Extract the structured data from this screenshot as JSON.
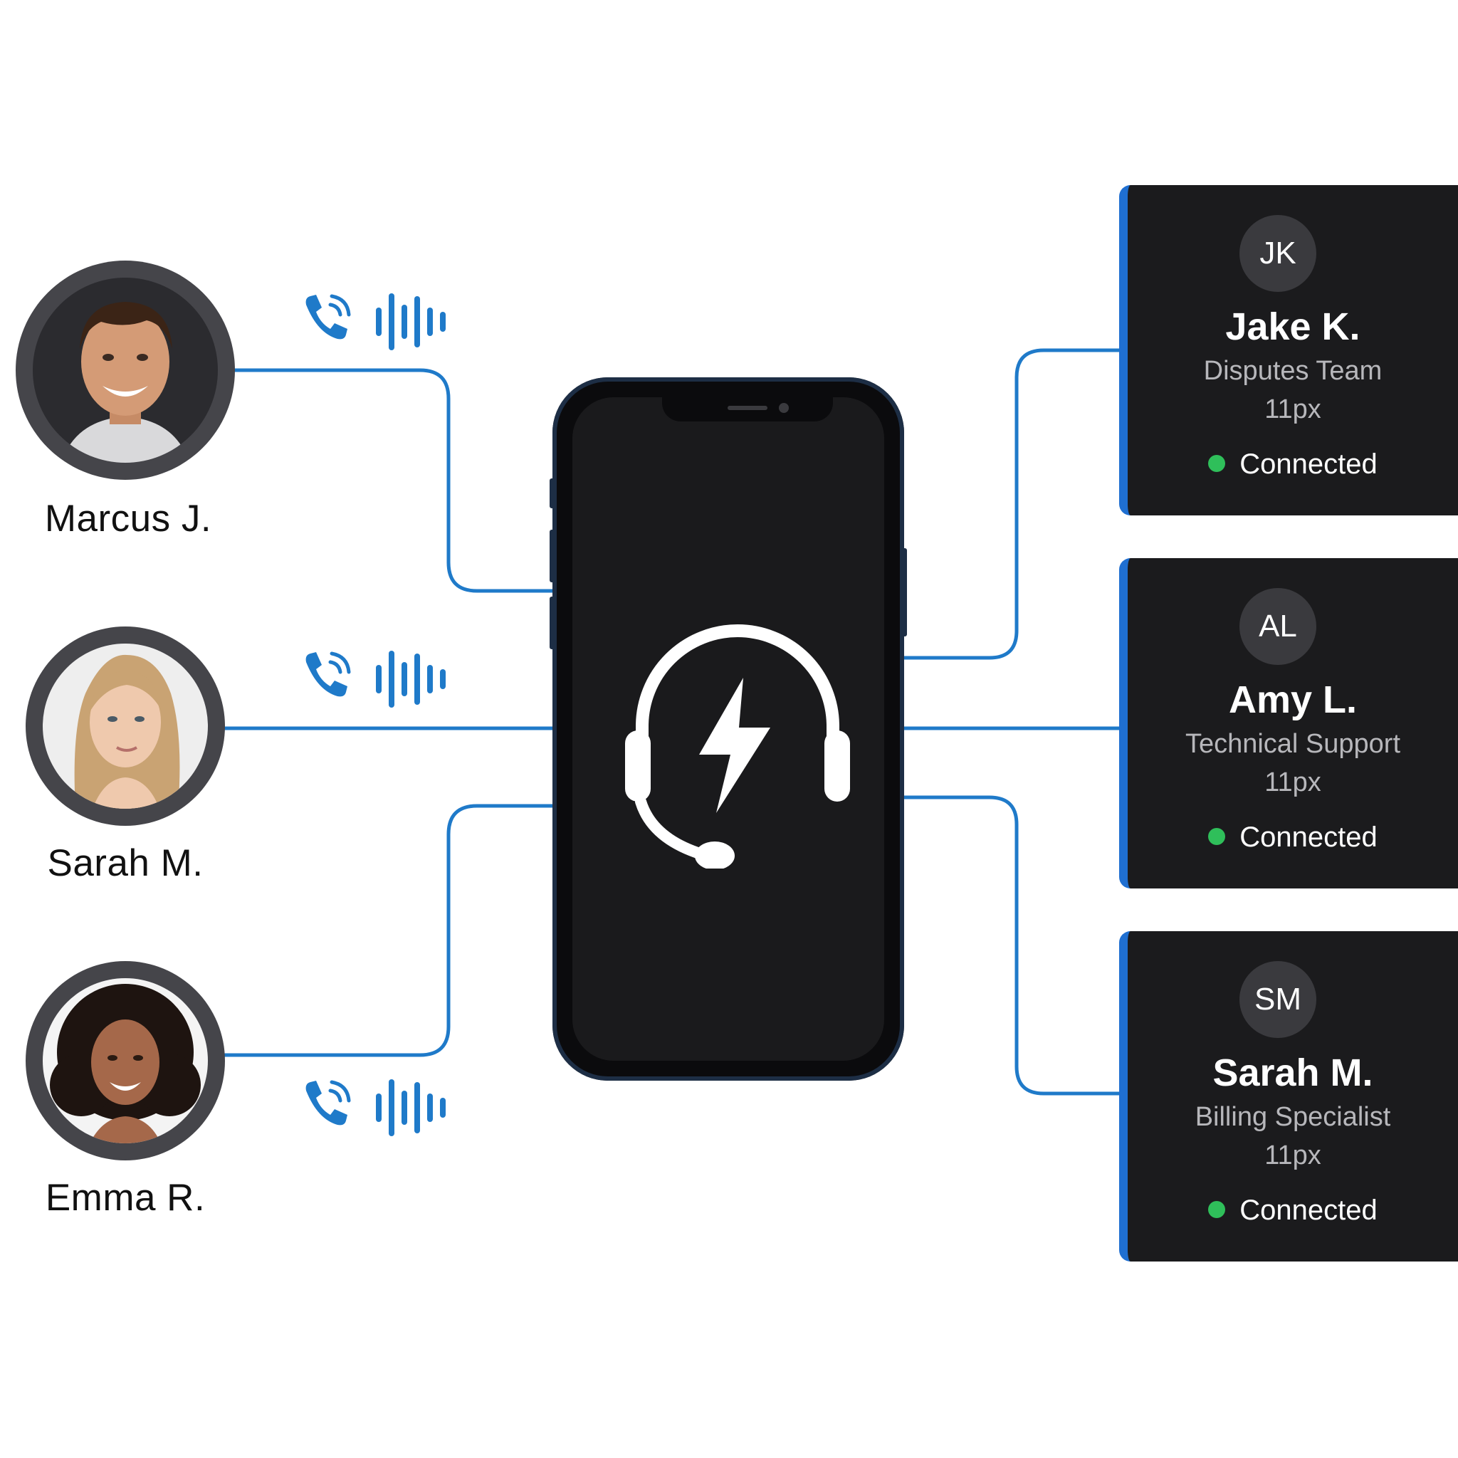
{
  "colors": {
    "connector": "#1f7ac9",
    "accent": "#1f6fd1",
    "card_bg": "#1b1b1d",
    "status_connected": "#2fbf5a",
    "ring": "#45454a"
  },
  "hub": {
    "icon": "headset-lightning-icon"
  },
  "callers": [
    {
      "name": "Marcus J.",
      "avatar": "man-short-dark-hair"
    },
    {
      "name": "Sarah M.",
      "avatar": "woman-long-blonde-hair"
    },
    {
      "name": "Emma R.",
      "avatar": "woman-curly-dark-hair"
    }
  ],
  "call_indicators": [
    {
      "icon": "phone-ringing-icon",
      "wave_icon": "sound-wave-icon"
    },
    {
      "icon": "phone-ringing-icon",
      "wave_icon": "sound-wave-icon"
    },
    {
      "icon": "phone-ringing-icon",
      "wave_icon": "sound-wave-icon"
    }
  ],
  "agents": [
    {
      "initials": "JK",
      "name": "Jake K.",
      "department": "Disputes Team",
      "size_note": "11px",
      "status": "Connected"
    },
    {
      "initials": "AL",
      "name": "Amy L.",
      "department": "Technical Support",
      "size_note": "11px",
      "status": "Connected"
    },
    {
      "initials": "SM",
      "name": "Sarah M.",
      "department": "Billing Specialist",
      "size_note": "11px",
      "status": "Connected"
    }
  ]
}
